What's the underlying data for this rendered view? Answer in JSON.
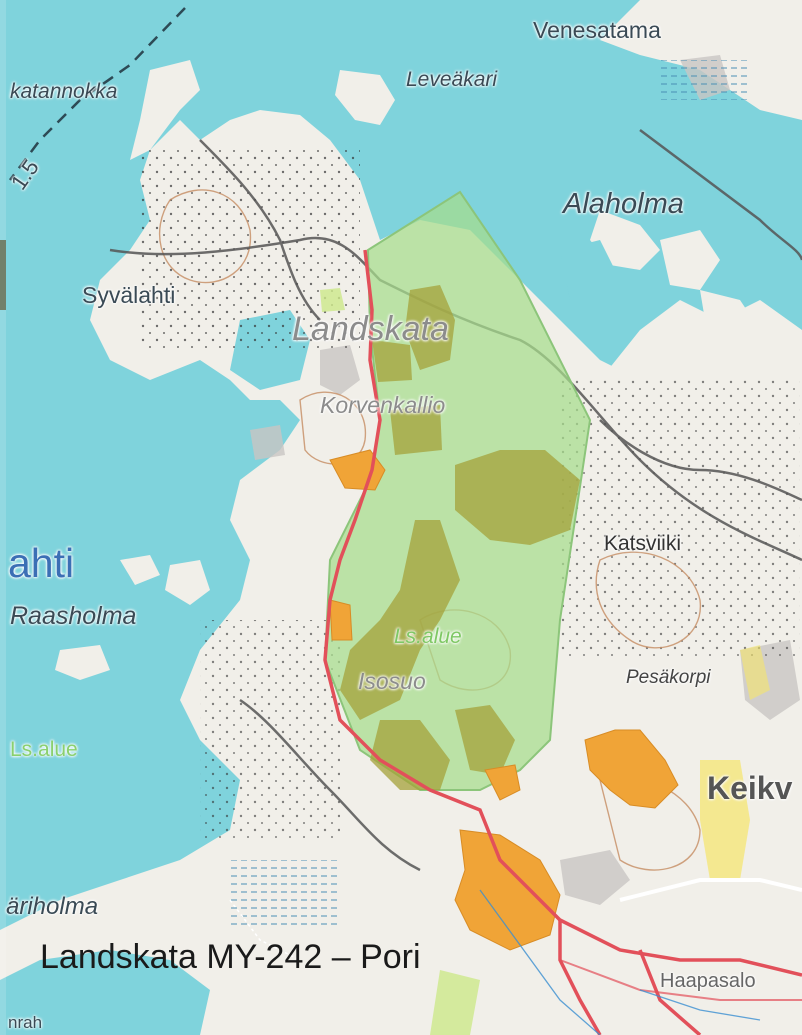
{
  "map": {
    "caption": "Landskata MY-242 – Pori",
    "labels": {
      "venesatama": "Venesatama",
      "katannokka": "katannokka",
      "leveakari": "Leveäkari",
      "alaholma": "Alaholma",
      "syvalahti": "Syvälahti",
      "landskata": "Landskata",
      "korvenkallio": "Korvenkallio",
      "katsviiki": "Katsviiki",
      "ahti": "ahti",
      "raasholma": "Raasholma",
      "ls_alue_center": "Ls.alue",
      "ls_alue_left": "Ls.alue",
      "isosuo": "Isosuo",
      "pesakorpi": "Pesäkorpi",
      "keikv": "Keikv",
      "pariholma": "äriholma",
      "haapasalo": "Haapasalo",
      "depth_marker": "1.5",
      "bottom_left": "nrah"
    },
    "colors": {
      "water": "#7fd3dc",
      "land": "#f1efe9",
      "protected_area_fill": "#a6dc8c",
      "habitat_fill": "#a4a23a",
      "orange_area": "#f0a437",
      "road": "#e2505a",
      "track": "#555555"
    },
    "icons": {
      "depth_line": "dashed-depth-line",
      "wetland": "marsh-symbol"
    }
  }
}
